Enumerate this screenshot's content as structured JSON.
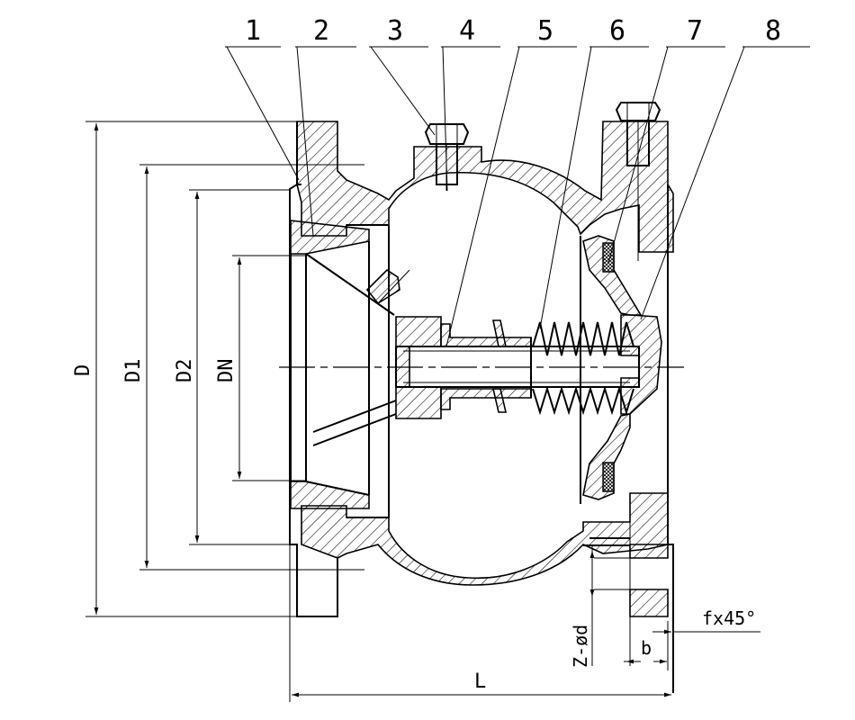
{
  "part_numbers": [
    "1",
    "2",
    "3",
    "4",
    "5",
    "6",
    "7",
    "8"
  ],
  "dimensions": {
    "d": "D",
    "d1": "D1",
    "d2": "D2",
    "dn": "DN",
    "l": "L",
    "b": "b",
    "bolt_holes": "Z-ød",
    "chamfer": "fx45°"
  }
}
